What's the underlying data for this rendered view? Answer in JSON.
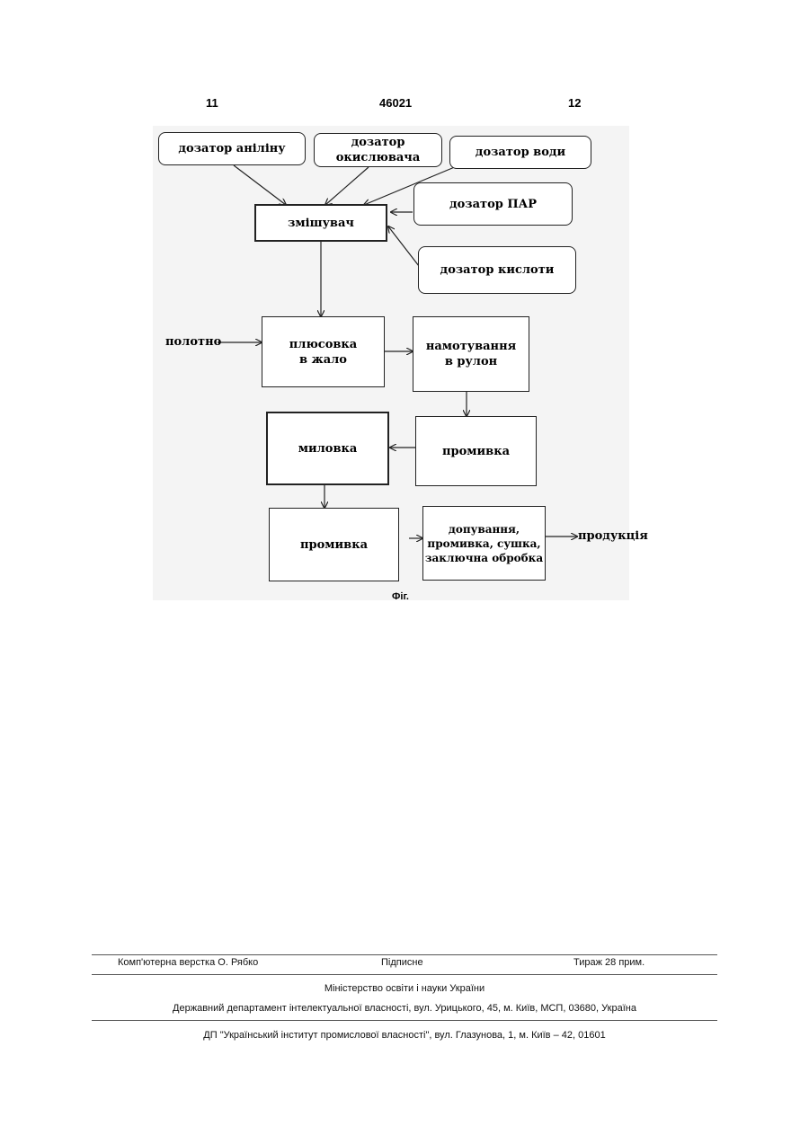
{
  "header": {
    "left_page": "11",
    "patent_number": "46021",
    "right_page": "12"
  },
  "diagram": {
    "dosers": {
      "aniline": "дозатор аніліну",
      "oxidizer": "дозатор окислювача",
      "water": "дозатор води",
      "surfactant": "дозатор ПАР",
      "acid": "дозатор кислоти"
    },
    "mixer": "змішувач",
    "input_label": "полотно",
    "padding": "плюсовка\nв жало",
    "winding": "намотування\nв рулон",
    "washing_1": "промивка",
    "soaping": "миловка",
    "washing_2": "промивка",
    "final": "допування,\nпромивка, сушка,\nзаключна обробка",
    "output_label": "продукція",
    "caption": "Фіг."
  },
  "footer": {
    "typesetting": "Комп'ютерна верстка О. Рябко",
    "signed": "Підписне",
    "circulation": "Тираж 28 прим.",
    "ministry": "Міністерство освіти і науки України",
    "department": "Державний департамент інтелектуальної власності, вул. Урицького, 45, м. Київ, МСП, 03680, Україна",
    "institute": "ДП \"Український інститут промислової власності\", вул. Глазунова, 1, м. Київ – 42, 01601"
  }
}
